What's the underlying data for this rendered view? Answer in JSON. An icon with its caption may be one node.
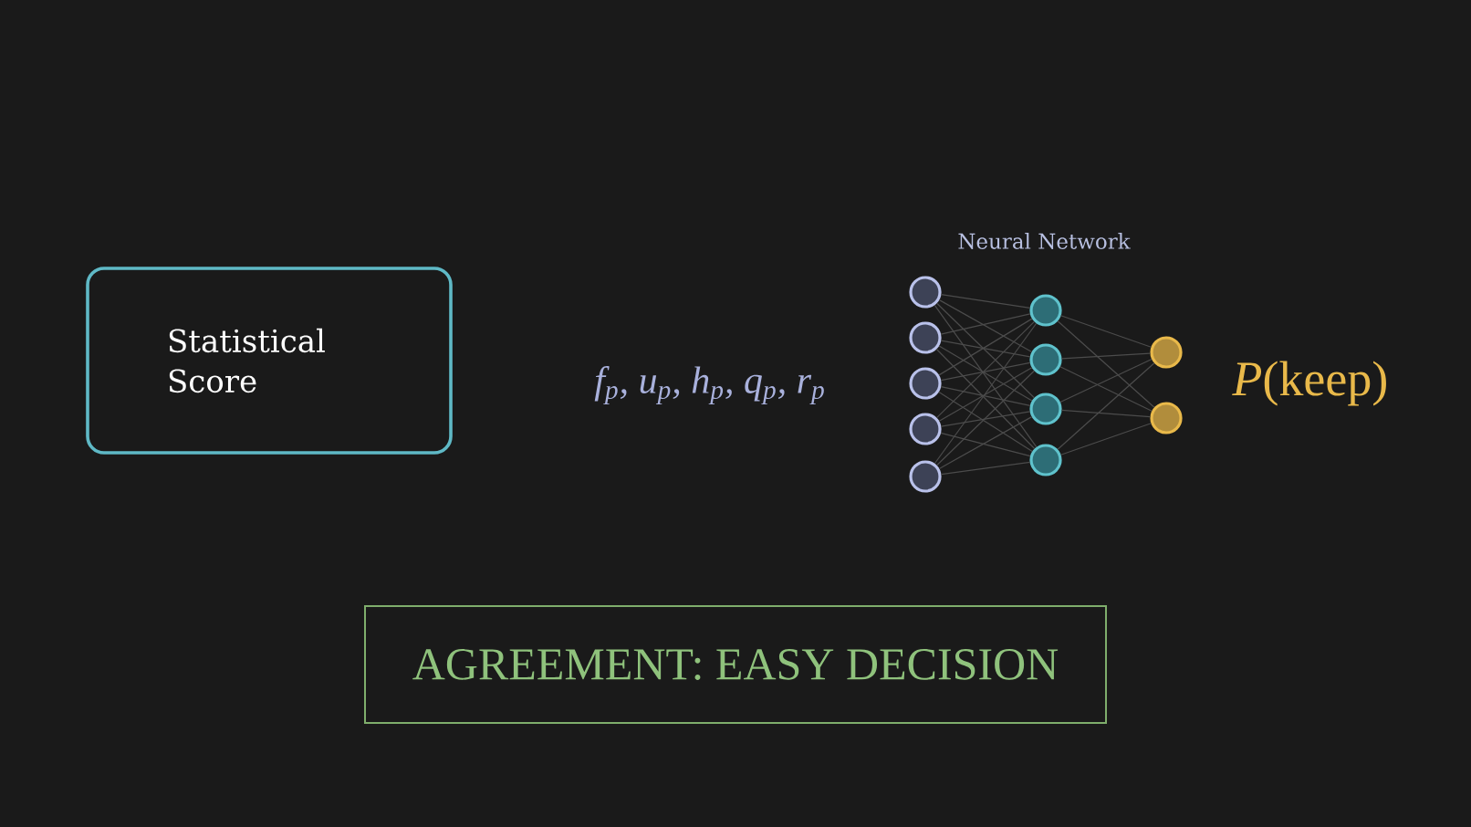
{
  "diagram": {
    "nodes": [
      {
        "text": [
          "Statistical Score"
        ]
      },
      {
        "text": [],
        "shape": "circle"
      },
      {
        "text": [],
        "shape": "circle"
      },
      {
        "text": [],
        "shape": "circle"
      },
      {
        "text": [],
        "shape": "circle"
      },
      {
        "text": [],
        "shape": "circle"
      },
      {
        "text": [],
        "shape": "circle"
      },
      {
        "text": [],
        "shape": "circle"
      },
      {
        "text": [],
        "shape": "circle"
      },
      {
        "text": [],
        "shape": "circle"
      },
      {
        "text": [],
        "shape": "circle"
      },
      {
        "text": [],
        "shape": "circle"
      },
      {
        "text": [
          "AGREEMENT: EASY DECISION"
        ]
      }
    ],
    "edges": [
      {
        "from": 1,
        "to": 6,
        "arrow": "none"
      },
      {
        "from": 1,
        "to": 7,
        "arrow": "none"
      },
      {
        "from": 1,
        "to": 8,
        "arrow": "none"
      },
      {
        "from": 1,
        "to": 9,
        "arrow": "none"
      },
      {
        "from": 2,
        "to": 6,
        "arrow": "none"
      },
      {
        "from": 2,
        "to": 7,
        "arrow": "none"
      },
      {
        "from": 2,
        "to": 8,
        "arrow": "none"
      },
      {
        "from": 2,
        "to": 9,
        "arrow": "none"
      },
      {
        "from": 3,
        "to": 6,
        "arrow": "none"
      },
      {
        "from": 3,
        "to": 7,
        "arrow": "none"
      },
      {
        "from": 3,
        "to": 8,
        "arrow": "none"
      },
      {
        "from": 3,
        "to": 9,
        "arrow": "none"
      },
      {
        "from": 4,
        "to": 6,
        "arrow": "none"
      },
      {
        "from": 4,
        "to": 7,
        "arrow": "none"
      },
      {
        "from": 4,
        "to": 8,
        "arrow": "none"
      },
      {
        "from": 4,
        "to": 9,
        "arrow": "none"
      },
      {
        "from": 5,
        "to": 6,
        "arrow": "none"
      },
      {
        "from": 5,
        "to": 7,
        "arrow": "none"
      },
      {
        "from": 5,
        "to": 8,
        "arrow": "none"
      },
      {
        "from": 5,
        "to": 9,
        "arrow": "none"
      },
      {
        "from": 6,
        "to": 10,
        "arrow": "none"
      },
      {
        "from": 6,
        "to": 11,
        "arrow": "none"
      },
      {
        "from": 7,
        "to": 10,
        "arrow": "none"
      },
      {
        "from": 7,
        "to": 11,
        "arrow": "none"
      },
      {
        "from": 8,
        "to": 10,
        "arrow": "none"
      },
      {
        "from": 8,
        "to": 11,
        "arrow": "none"
      },
      {
        "from": 9,
        "to": 10,
        "arrow": "none"
      },
      {
        "from": 9,
        "to": 11,
        "arrow": "none"
      }
    ],
    "labels": [
      "Neural Network",
      "f$_{p}$, u$_{p}$, h$_{p}$, q$_{p}$, r$_{p}$",
      "*P*(keep)"
    ]
  }
}
